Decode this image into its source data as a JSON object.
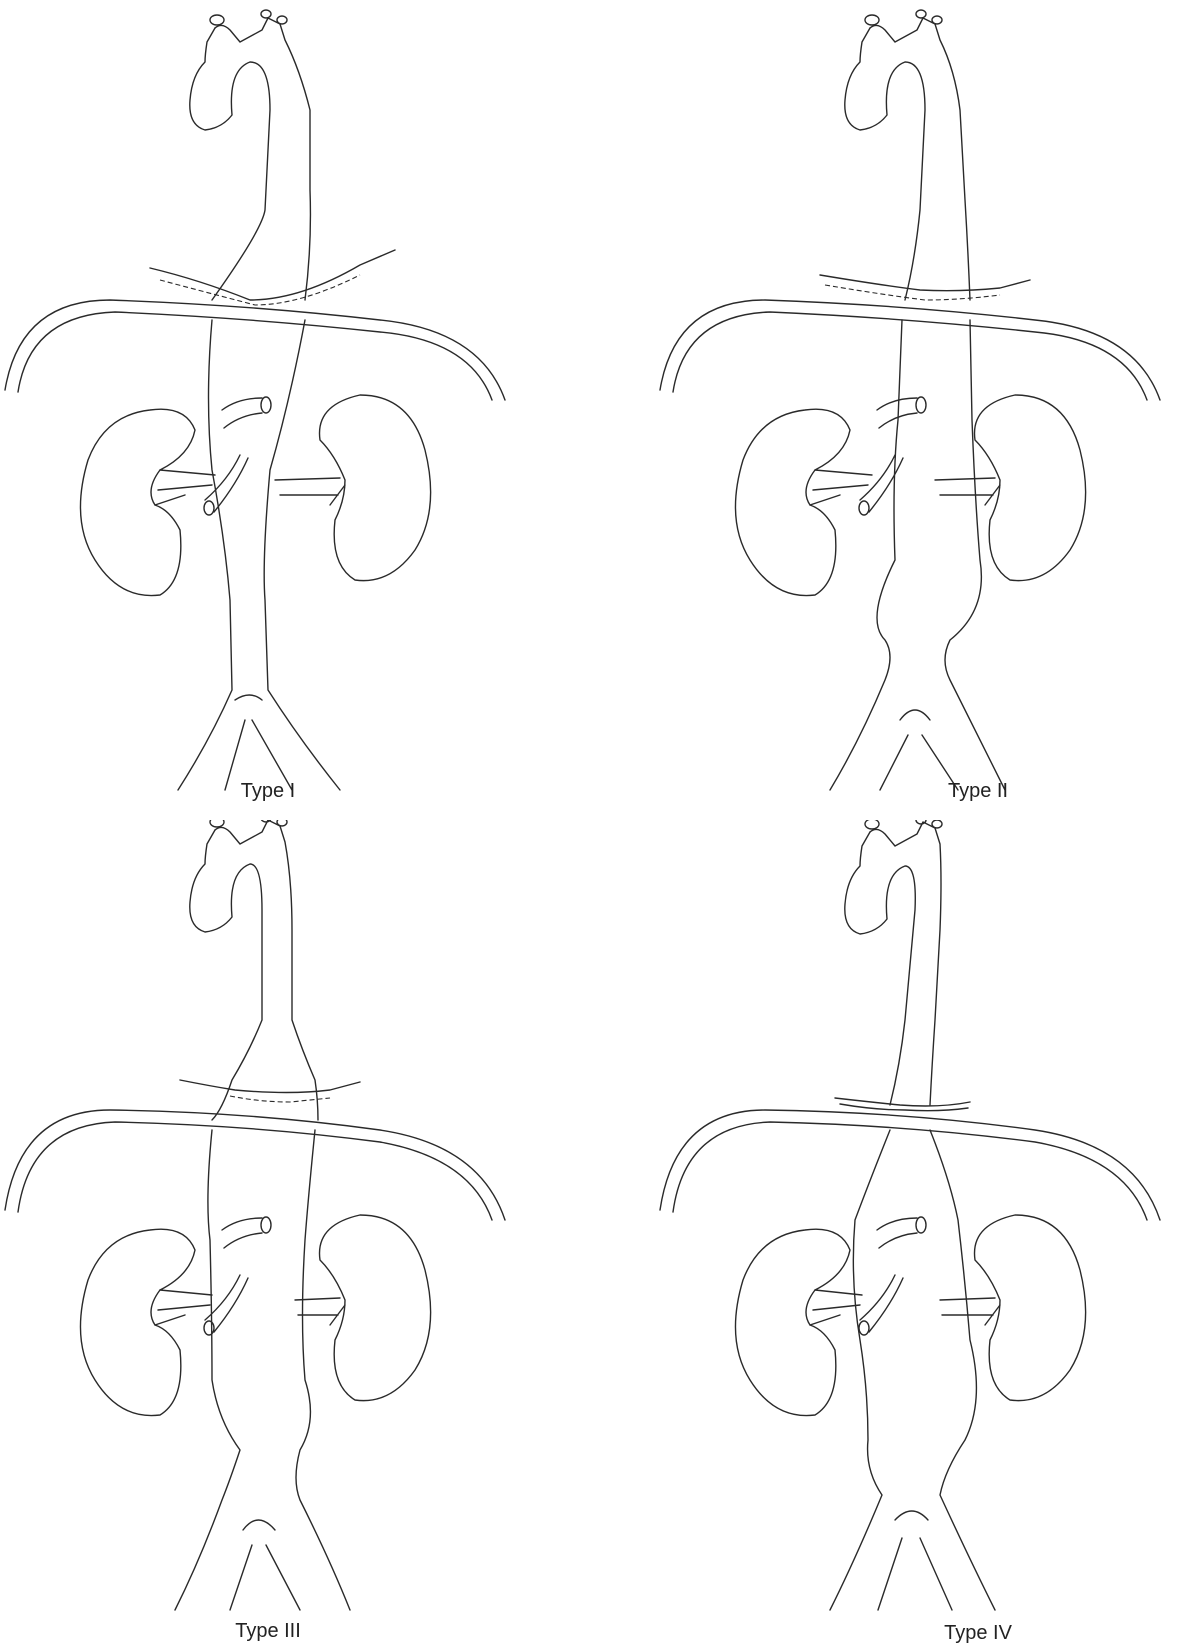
{
  "panels": [
    {
      "label": "Type I"
    },
    {
      "label": "Type II"
    },
    {
      "label": "Type III"
    },
    {
      "label": "Type IV"
    }
  ]
}
